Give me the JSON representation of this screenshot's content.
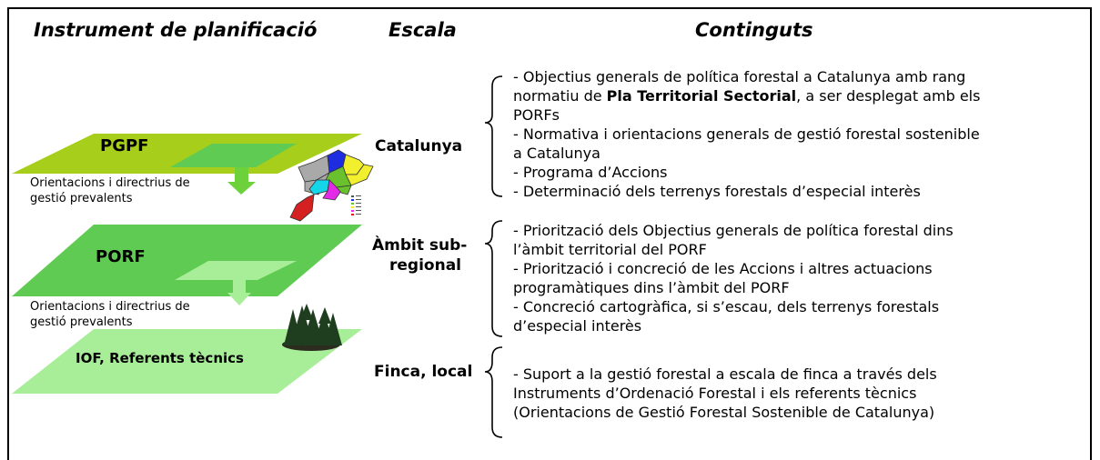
{
  "headers": {
    "instrument": "Instrument de planificació",
    "scale": "Escala",
    "contents": "Continguts"
  },
  "layers": [
    {
      "name": "PGPF",
      "sublabel_line1": "Orientacions i directrius de",
      "sublabel_line2": "gestió prevalents",
      "color": "#a6ce1a"
    },
    {
      "name": "PORF",
      "sublabel_line1": "Orientacions i directrius de",
      "sublabel_line2": "gestió prevalents",
      "color": "#5fcb52"
    },
    {
      "name": "IOF, Referents tècnics",
      "color": "#a8ee98"
    }
  ],
  "scales": [
    {
      "line1": "Catalunya"
    },
    {
      "line1": "Àmbit sub-",
      "line2": "regional"
    },
    {
      "line1": "Finca, local"
    }
  ],
  "contents": {
    "catalunya": {
      "l1": "- Objectius generals de política forestal a Catalunya amb rang",
      "l2_pre": "normatiu de ",
      "l2_bold": "Pla Territorial Sectorial",
      "l2_post": ", a ser desplegat amb els",
      "l3": "PORFs",
      "l4": "- Normativa i orientacions generals de gestió forestal sostenible",
      "l5": "a Catalunya",
      "l6": "- Programa d’Accions",
      "l7": "- Determinació dels terrenys forestals d’especial interès"
    },
    "subregional": {
      "l1": "- Priorització dels Objectius generals de política forestal dins",
      "l2": "l’àmbit territorial del PORF",
      "l3": "- Priorització i concreció de les Accions i altres actuacions",
      "l4": "programàtiques dins l’àmbit del PORF",
      "l5": "- Concreció cartogràfica, si s’escau, dels terrenys forestals",
      "l6": "d’especial interès"
    },
    "finca": {
      "l1": "- Suport a la gestió forestal a escala de finca a través dels",
      "l2": "Instruments d’Ordenació Forestal i els referents tècnics",
      "l3": "(Orientacions de Gestió Forestal Sostenible de Catalunya)"
    }
  },
  "colors": {
    "arrow": "#6dd13c",
    "arrow2": "#a8ee98",
    "inner_pgpf": "#5fcb52",
    "inner_porf": "#a8ee98",
    "tree": "#1f3d1f"
  },
  "icons": [
    "catalonia-map-icon",
    "forest-trees-icon"
  ]
}
